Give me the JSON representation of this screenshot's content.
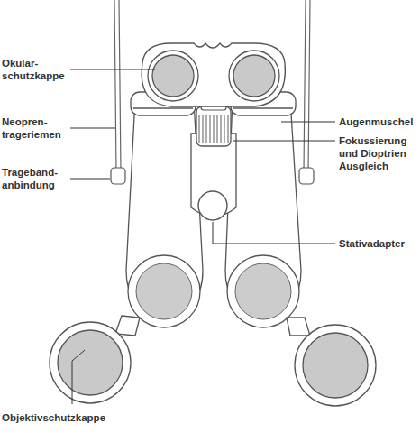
{
  "diagram": {
    "labels": [
      "Okular- schutzkappe",
      "Neopren- trageriemen",
      "Trageband- anbindung",
      "Augenmuschel",
      "Fokussierung und Dioptrien Ausgleich",
      "Stativadapter",
      "Objektivschutzkappe"
    ]
  }
}
